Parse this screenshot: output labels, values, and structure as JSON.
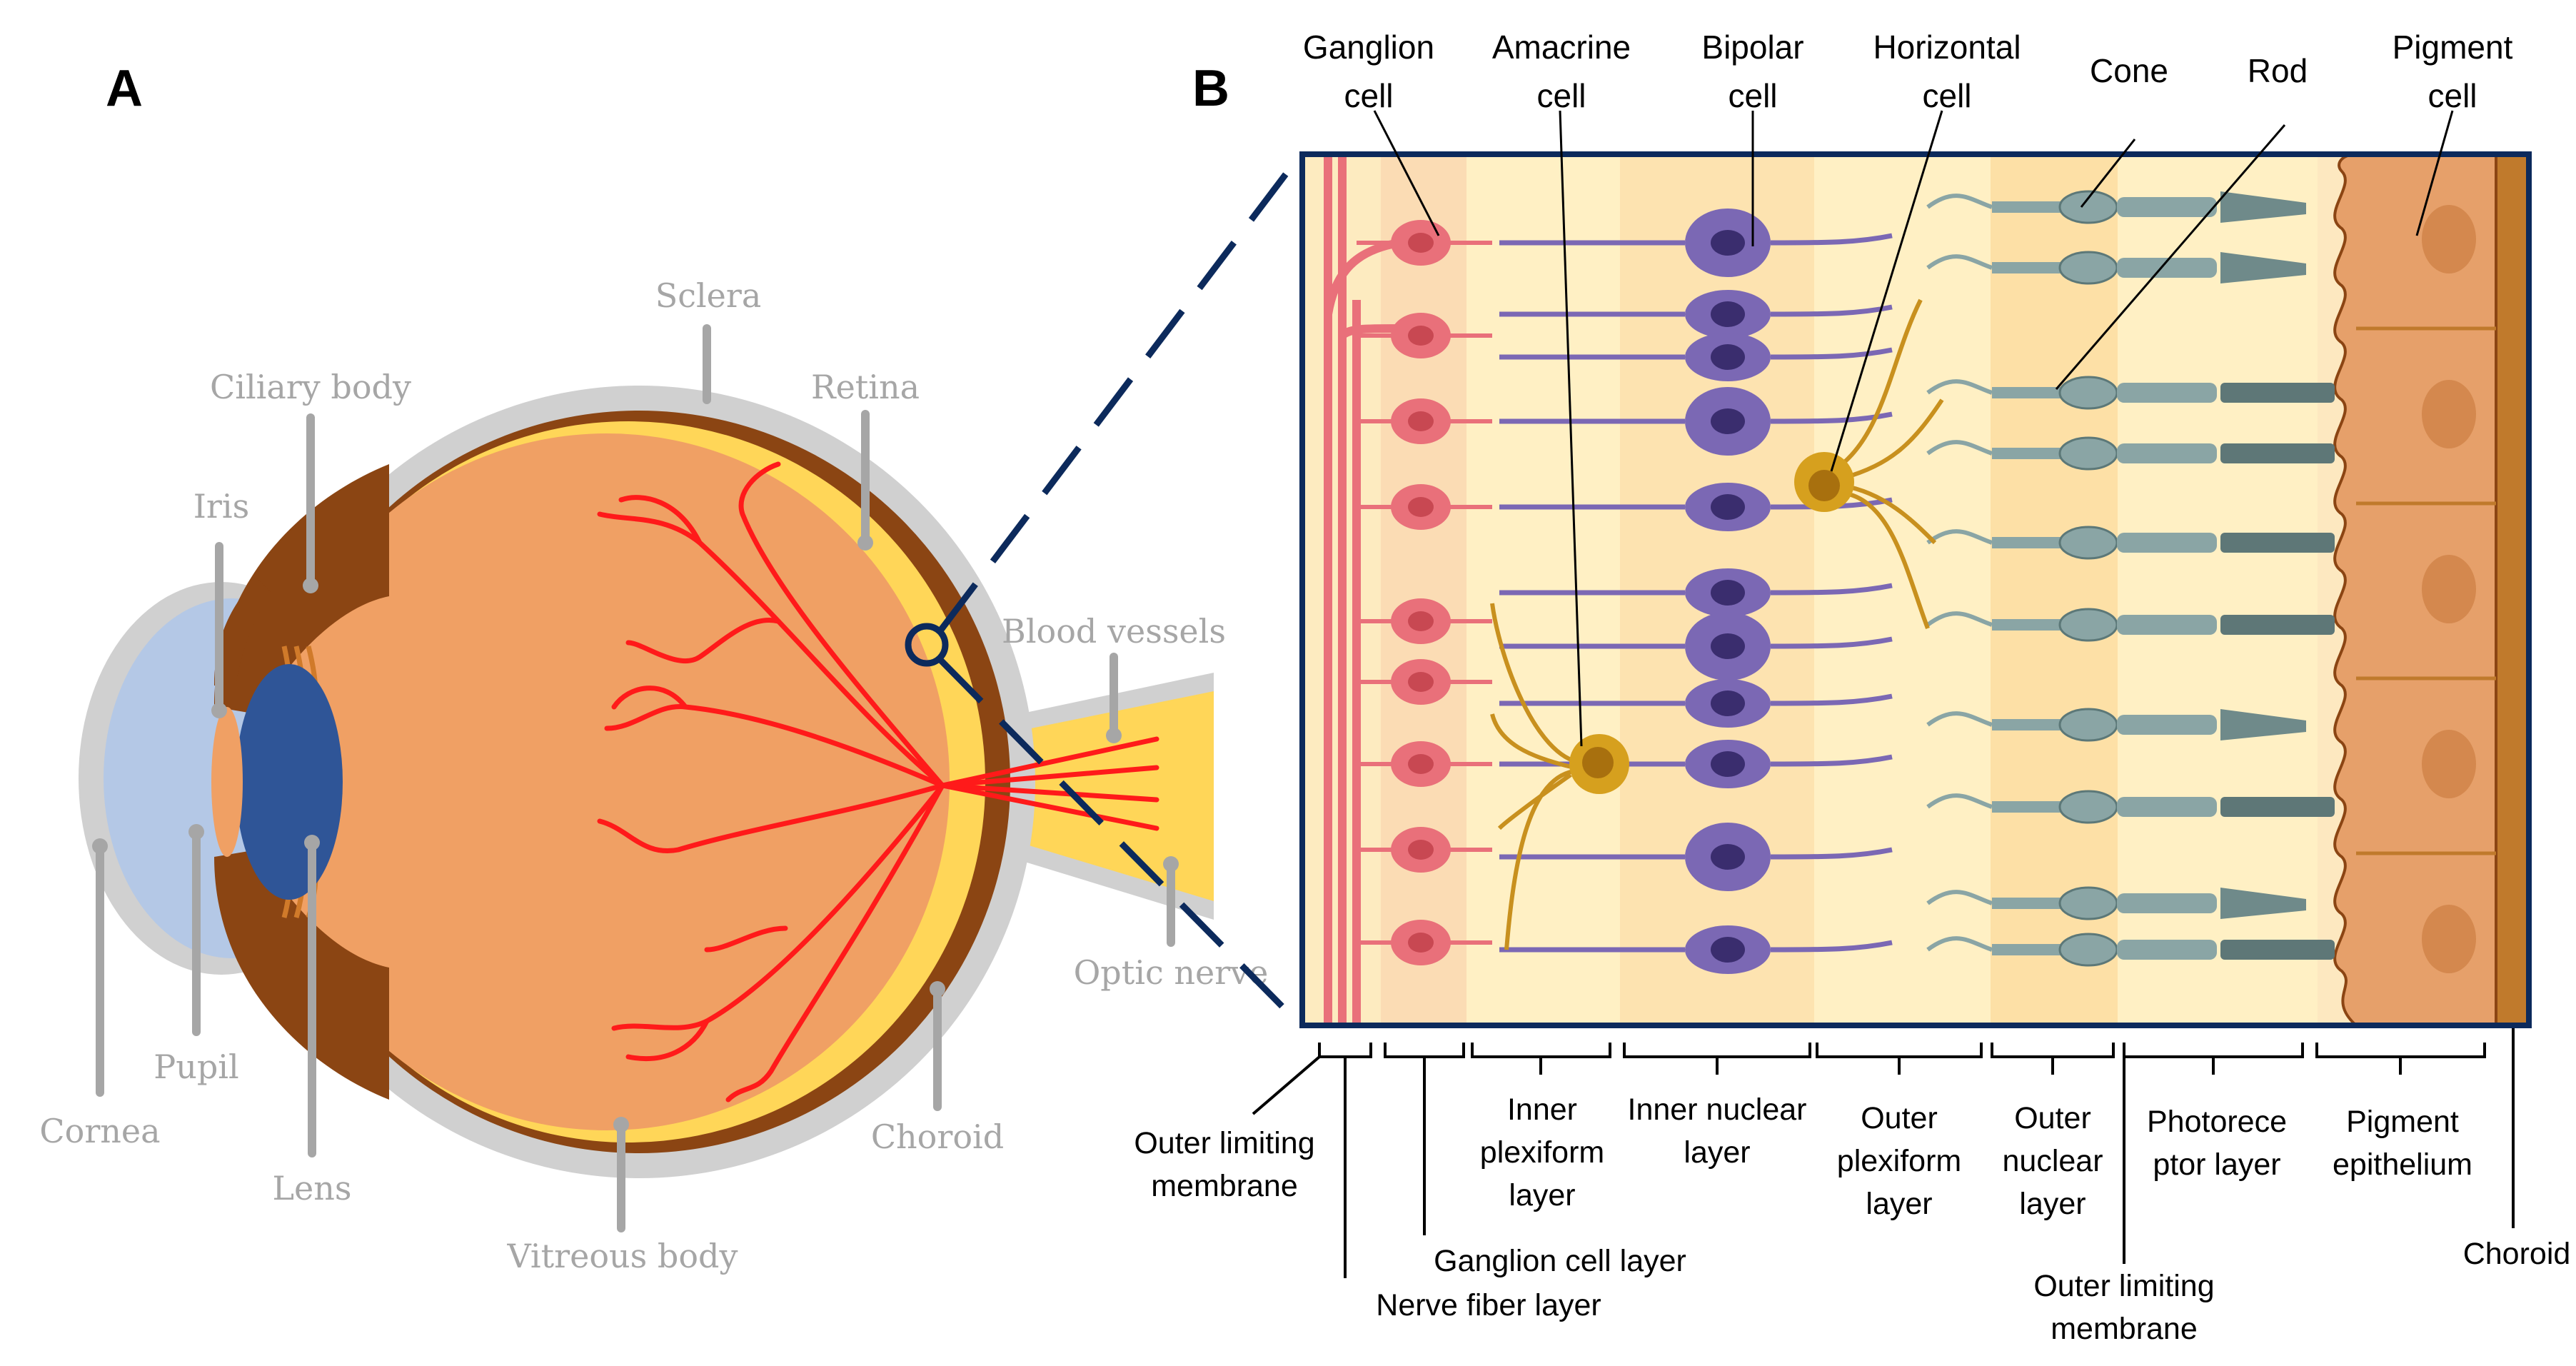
{
  "panel_a": {
    "letter": "A",
    "labels": {
      "sclera": "Sclera",
      "ciliary_body": "Ciliary body",
      "retina": "Retina",
      "iris": "Iris",
      "blood_vessels": "Blood vessels",
      "pupil": "Pupil",
      "cornea": "Cornea",
      "lens": "Lens",
      "choroid": "Choroid",
      "optic_nerve": "Optic nerve",
      "vitreous_body": "Vitreous body"
    }
  },
  "panel_b": {
    "letter": "B",
    "cells": {
      "ganglion": [
        "Ganglion",
        "cell"
      ],
      "amacrine": [
        "Amacrine",
        "cell"
      ],
      "bipolar": [
        "Bipolar",
        "cell"
      ],
      "horizontal": [
        "Horizontal",
        "cell"
      ],
      "cone": "Cone",
      "rod": "Rod",
      "pigment": [
        "Pigment",
        "cell"
      ]
    },
    "layers": {
      "outer_limiting_membrane_left": [
        "Outer limiting",
        "membrane"
      ],
      "nerve_fiber_layer": "Nerve fiber layer",
      "ganglion_cell_layer": "Ganglion cell layer",
      "inner_plexiform_layer": [
        "Inner",
        "plexiform",
        "layer"
      ],
      "inner_nuclear_layer": [
        "Inner nuclear",
        "layer"
      ],
      "outer_plexiform_layer": [
        "Outer",
        "plexiform",
        "layer"
      ],
      "outer_nuclear_layer": [
        "Outer",
        "nuclear",
        "layer"
      ],
      "outer_limiting_membrane_right": [
        "Outer limiting",
        "membrane"
      ],
      "photoreceptor_layer": [
        "Photorece",
        "ptor layer"
      ],
      "pigment_epithelium": [
        "Pigment",
        "epithelium"
      ],
      "choroid": "Choroid"
    }
  },
  "colors": {
    "sclera": "#d0d0d0",
    "choroid": "#8b4513",
    "retina": "#ffd658",
    "vitreous": "#f0a064",
    "cornea": "#b4c8e6",
    "lens": "#2f5597",
    "vessels": "#ff1a1a",
    "frame": "#0c2a5c",
    "bipolar": "#7b68b4",
    "ganglion": "#e9707a",
    "amacrine": "#c8901e",
    "photoreceptor": "#8aa5a5",
    "pigment": "#e6a06a"
  }
}
